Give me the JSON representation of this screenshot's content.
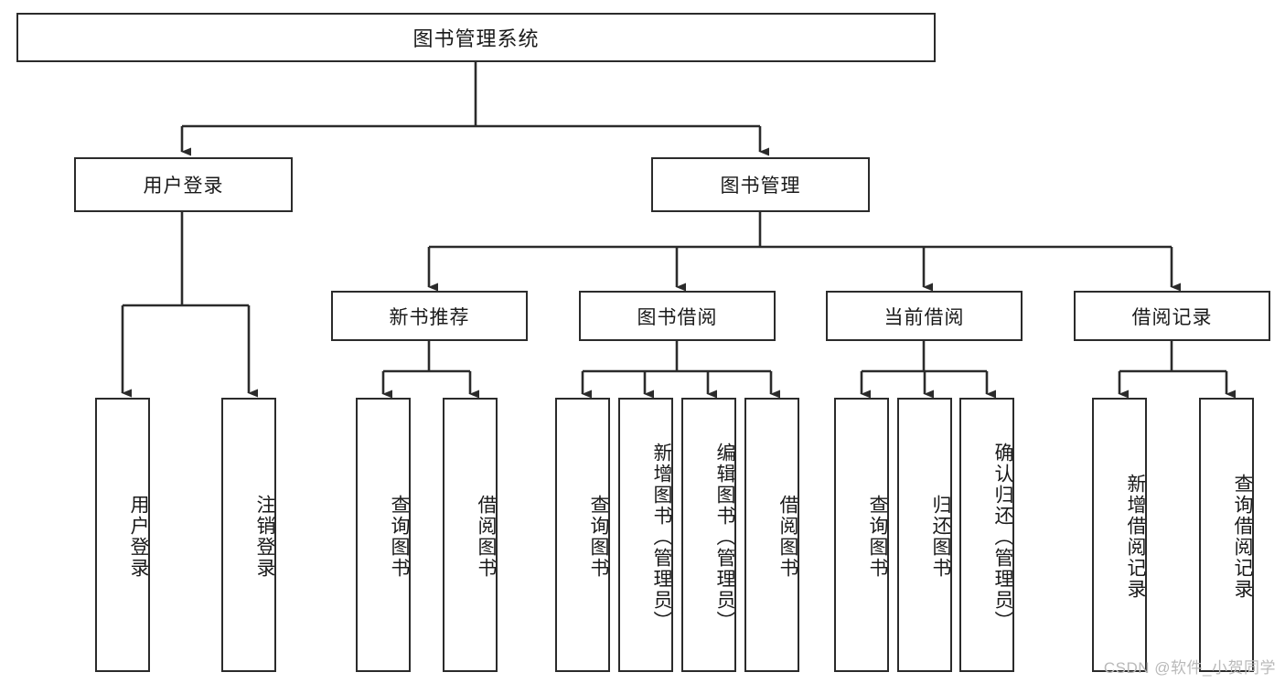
{
  "diagram": {
    "type": "tree",
    "title": "图书管理系统",
    "watermark": "CSDN @软件_小贺同学",
    "colors": {
      "background": "#ffffff",
      "node_border": "#2b2b2b",
      "node_fill": "#ffffff",
      "edge": "#2b2b2b",
      "text": "#1a1a1a",
      "watermark": "#b9b9b9"
    },
    "nodes": {
      "root": {
        "label": "图书管理系统"
      },
      "level2": [
        {
          "label": "用户登录"
        },
        {
          "label": "图书管理"
        }
      ],
      "level3": [
        {
          "label": "新书推荐"
        },
        {
          "label": "图书借阅"
        },
        {
          "label": "当前借阅"
        },
        {
          "label": "借阅记录"
        }
      ],
      "leaves": {
        "user_login": [
          {
            "label": "用户登录"
          },
          {
            "label": "注销登录"
          }
        ],
        "new_book": [
          {
            "label": "查询图书"
          },
          {
            "label": "借阅图书"
          }
        ],
        "book_borrow": [
          {
            "label": "查询图书"
          },
          {
            "label": "新增图书（管理员）"
          },
          {
            "label": "编辑图书（管理员）"
          },
          {
            "label": "借阅图书"
          }
        ],
        "current_borrow": [
          {
            "label": "查询图书"
          },
          {
            "label": "归还图书"
          },
          {
            "label": "确认归还（管理员）"
          }
        ],
        "borrow_record": [
          {
            "label": "新增借阅记录"
          },
          {
            "label": "查询借阅记录"
          }
        ]
      }
    }
  }
}
